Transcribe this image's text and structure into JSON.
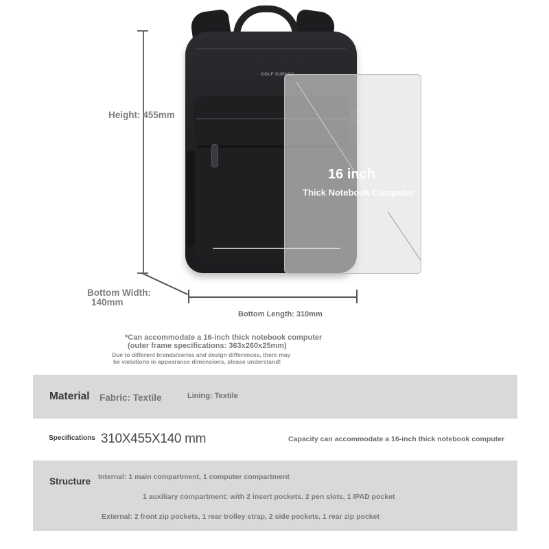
{
  "dimensions": {
    "height_label": "Height: 455mm",
    "width_label_line1": "Bottom Width:",
    "width_label_line2": "140mm",
    "length_label": "Bottom Length: 310mm"
  },
  "product": {
    "brand_logo": "GOLF SUPAGS",
    "laptop_size": "16 inch",
    "laptop_caption": "Thick Notebook Computer"
  },
  "notes": {
    "capacity_note_line1": "*Can accommodate a 16-inch thick notebook computer",
    "capacity_note_line2": "(outer frame specifications: 363x260x25mm)",
    "disclaimer_line1": "Due to different brands/series and design differences, there may",
    "disclaimer_line2": "be variations in appearance dimensions, please understand!"
  },
  "specs_table": {
    "material": {
      "key": "Material",
      "fabric": "Fabric: Textile",
      "lining": "Lining: Textile"
    },
    "specifications": {
      "key": "Specifications",
      "value": "310X455X140 mm",
      "capacity": "Capacity can accommodate a 16-inch thick notebook computer"
    },
    "structure": {
      "key": "Structure",
      "lines": [
        "Internal: 1 main compartment, 1 computer compartment",
        "1 auxiliary compartment: with 2 insert pockets, 2 pen slots, 1 IPAD pocket",
        "External: 2 front zip pockets, 1 rear trolley strap, 2 side pockets, 1 rear zip pocket"
      ]
    }
  },
  "colors": {
    "row_gray": "#d9d9dc",
    "label_gray": "#7d7d7d",
    "bag_black": "#1f1f22"
  }
}
